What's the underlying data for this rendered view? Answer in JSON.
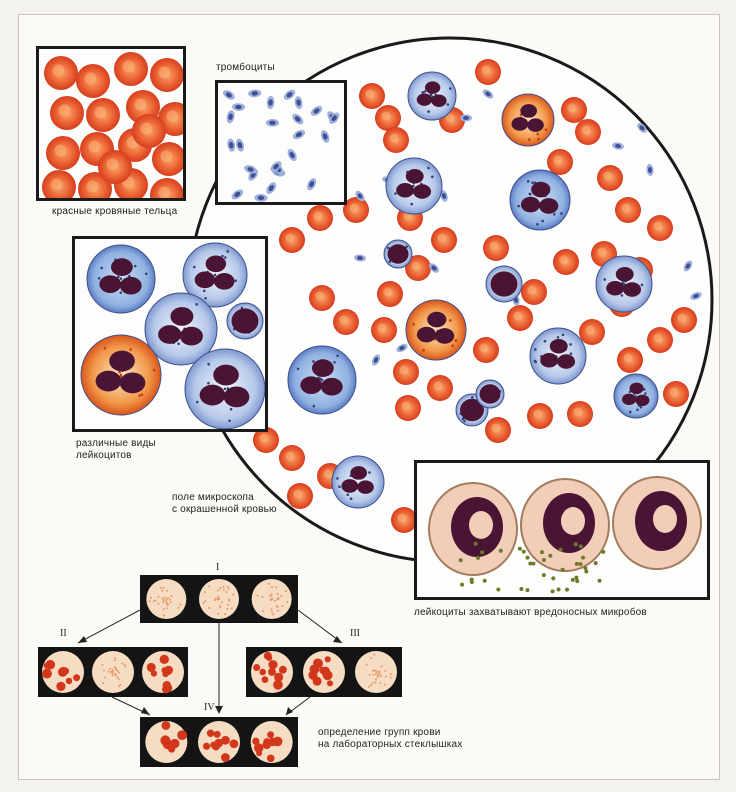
{
  "captions": {
    "thrombocytes": "тромбоциты",
    "red_cells": "красные кровяные тельца",
    "leukocyte_types_line1": "различные виды",
    "leukocyte_types_line2": "лейкоцитов",
    "microscope_line1": "поле микроскопа",
    "microscope_line2": "с окрашенной кровью",
    "phagocytosis": "лейкоциты захватывают вредоносных микробов",
    "blood_groups_line1": "определение групп крови",
    "blood_groups_line2": "на лабораторных стеклышках"
  },
  "groups": {
    "g1": "I",
    "g2": "II",
    "g3": "III",
    "g4": "IV"
  },
  "colors": {
    "red_cell": "#e8502a",
    "red_cell_center": "#f7a06a",
    "leukocyte_nucleus": "#5a1a3a",
    "leukocyte_cytoplasm": "#c8d8f0",
    "platelet": "#5a6fb0",
    "strip_bg": "#141414"
  }
}
